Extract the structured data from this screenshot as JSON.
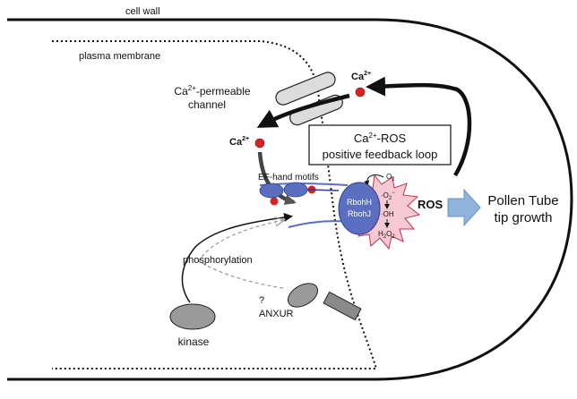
{
  "labels": {
    "cell_wall": "cell wall",
    "plasma_membrane": "plasma membrane",
    "channel_line1_prefix": "Ca",
    "channel_line1_sup": "2+",
    "channel_line1_suffix": "-permeable",
    "channel_line2": "channel",
    "ca_top_base": "Ca",
    "ca_top_sup": "2+",
    "ca_left_base": "Ca",
    "ca_left_sup": "2+",
    "loop_line1_prefix": "Ca",
    "loop_line1_sup": "2+",
    "loop_line1_suffix": "-ROS",
    "loop_line2": "positive feedback loop",
    "ef_hand": "EF-hand motifs",
    "rboh_h": "RbohH",
    "rboh_j": "RbohJ",
    "o2": "O",
    "o2_sub": "2",
    "superoxide": "·O",
    "superoxide_sub": "2",
    "superoxide_sup": "−",
    "hydroxyl": "·OH",
    "h2o2_a": "H",
    "h2o2_sub1": "2",
    "h2o2_b": "O",
    "h2o2_sub2": "2",
    "ros": "ROS",
    "pollen_line1": "Pollen Tube",
    "pollen_line2": "tip growth",
    "phosphorylation": "phosphorylation",
    "question": "?",
    "anxur": "ANXUR",
    "kinase": "kinase"
  },
  "colors": {
    "enzyme_blue": "#5b6fc0",
    "ef_blue": "#5a6fbf",
    "ros_pink": "#f7c9d2",
    "ca_red": "#d8231f",
    "arrow_blue": "#8fb3dc",
    "gray_protein": "#9a9a9a",
    "channel_gray": "#dcdcdc"
  }
}
